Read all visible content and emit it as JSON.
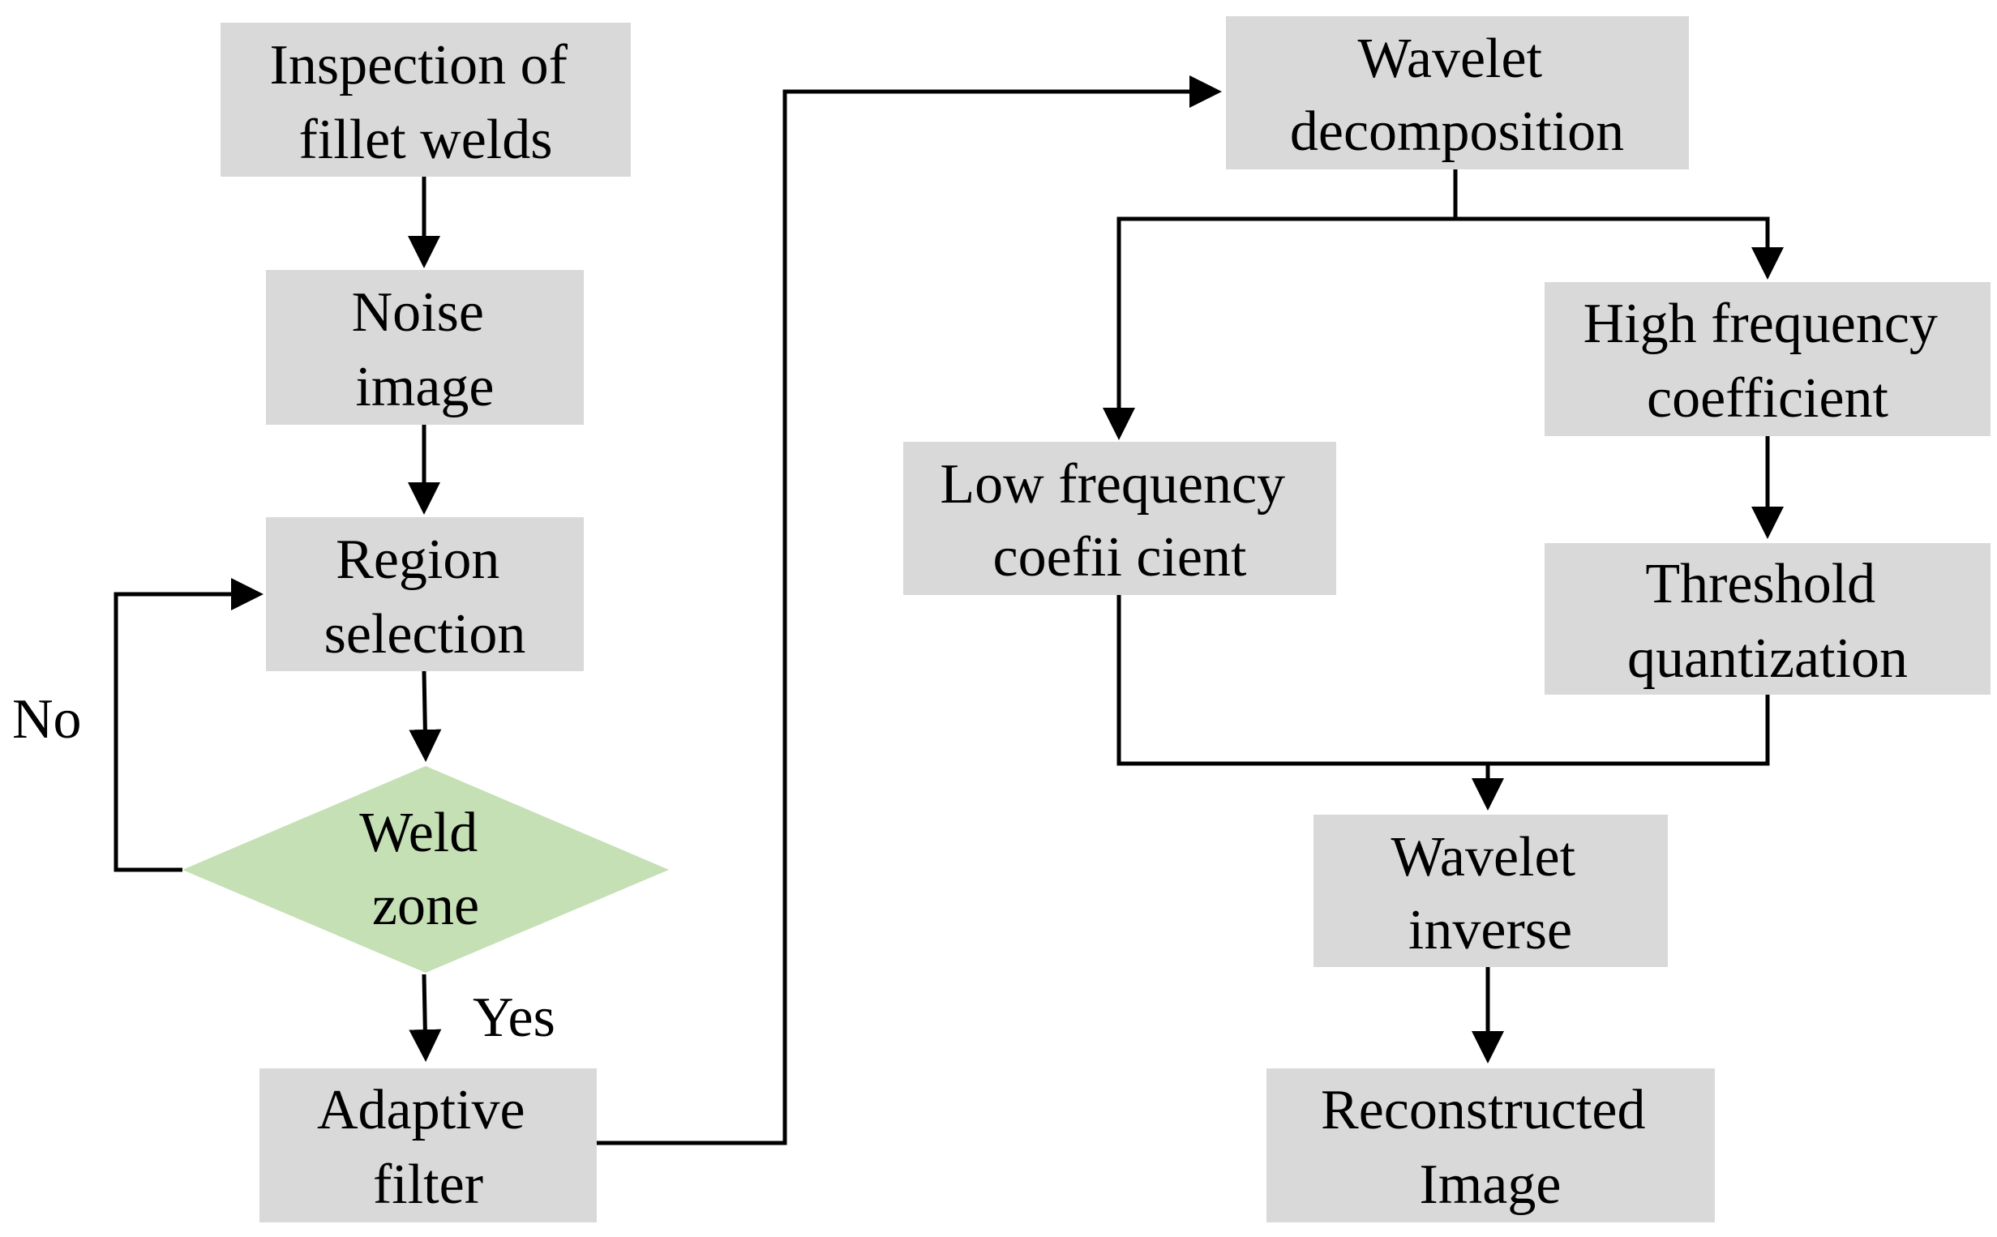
{
  "diagram": {
    "nodes": {
      "inspection": {
        "lines": [
          "Inspection of",
          "fillet welds"
        ]
      },
      "noise": {
        "lines": [
          "Noise",
          "image"
        ]
      },
      "region": {
        "lines": [
          "Region",
          "selection"
        ]
      },
      "weld": {
        "lines": [
          "Weld",
          "zone"
        ]
      },
      "adaptive": {
        "lines": [
          "Adaptive",
          "filter"
        ]
      },
      "wavelet_decomp": {
        "lines": [
          "Wavelet",
          "decomposition"
        ]
      },
      "high_freq": {
        "lines": [
          "High frequency",
          "coefficient"
        ]
      },
      "low_freq": {
        "lines": [
          "Low frequency",
          "coefii cient"
        ]
      },
      "threshold": {
        "lines": [
          "Threshold",
          "quantization"
        ]
      },
      "wavelet_inverse": {
        "lines": [
          "Wavelet",
          "inverse"
        ]
      },
      "reconstructed": {
        "lines": [
          "Reconstructed",
          "Image"
        ]
      }
    },
    "edge_labels": {
      "no": "No",
      "yes": "Yes"
    },
    "colors": {
      "box_fill": "#d9d9d9",
      "decision_fill": "#c5e0b4",
      "line": "#000000"
    }
  }
}
